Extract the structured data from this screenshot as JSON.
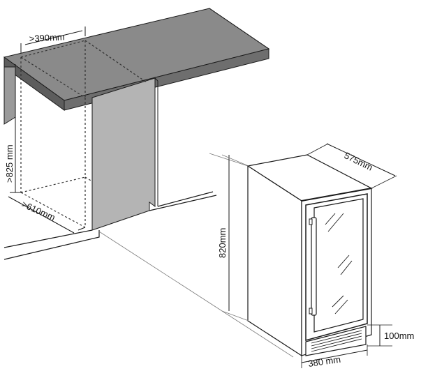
{
  "dimensions": {
    "counter_depth": ">390mm",
    "counter_height": ">825 mm",
    "niche_depth": ">610mm",
    "appliance_depth": "575mm",
    "appliance_height": "820mm",
    "plinth_height": "100mm",
    "appliance_width": "380 mm"
  },
  "colors": {
    "counter_top": "#8a8a8a",
    "counter_side": "#5d5d5d",
    "panel": "#b4b4b4",
    "line": "#1a1a1a",
    "dashed": "#333333",
    "thin": "#7a7a7a"
  }
}
